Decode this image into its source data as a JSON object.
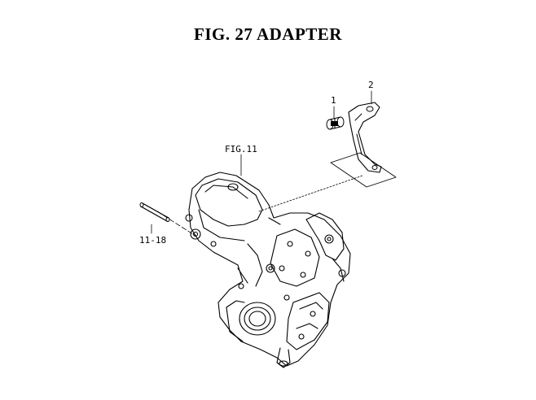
{
  "figure": {
    "title": "FIG. 27  ADAPTER"
  },
  "callouts": [
    {
      "id": "part-1",
      "text": "1"
    },
    {
      "id": "part-2",
      "text": "2"
    },
    {
      "id": "fig-ref",
      "text": "FIG.11"
    },
    {
      "id": "part-11-18",
      "text": "11-18"
    }
  ]
}
